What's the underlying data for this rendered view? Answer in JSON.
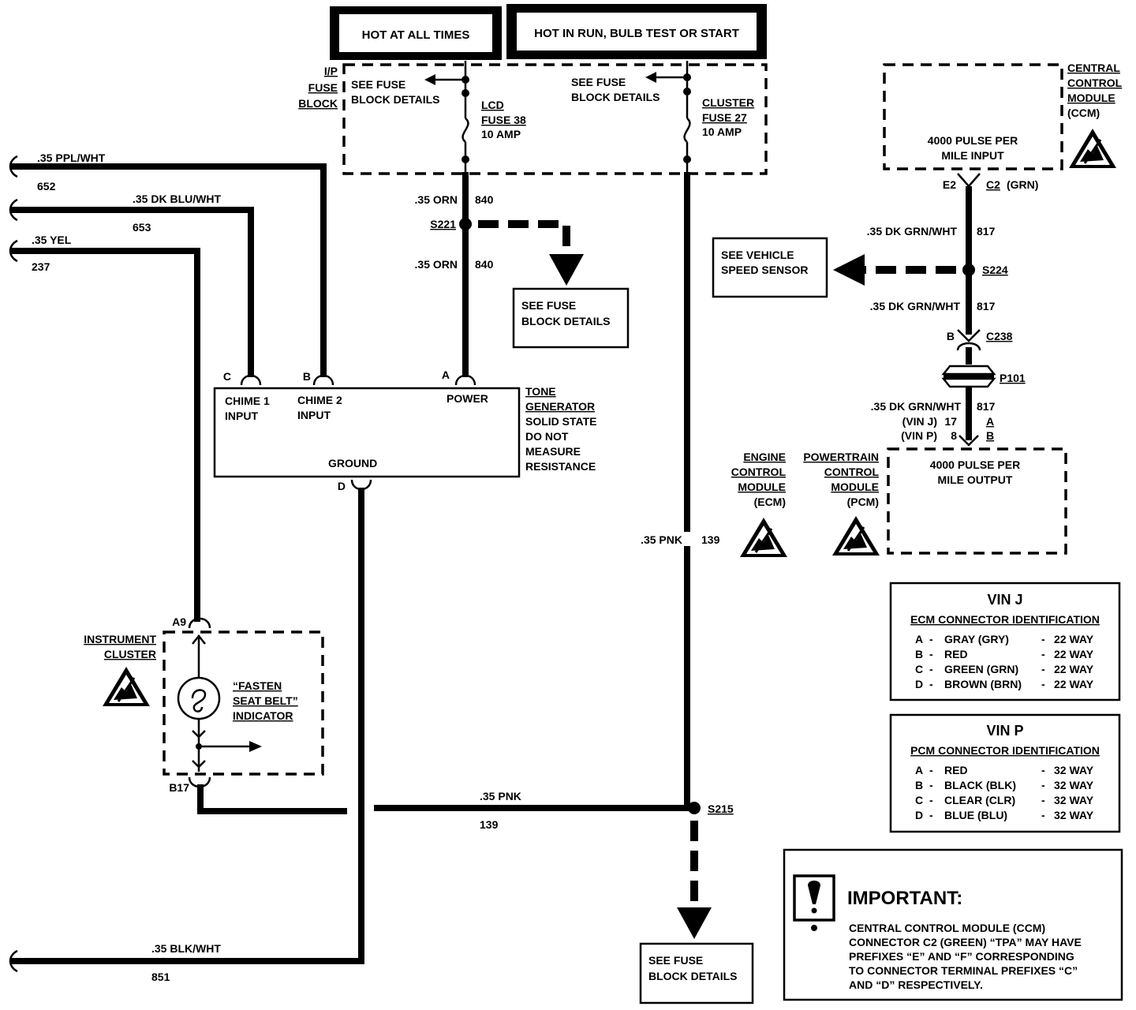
{
  "header": {
    "hot_all_times": "HOT AT ALL TIMES",
    "hot_in_run": "HOT IN RUN, BULB TEST OR START"
  },
  "fuse_block": {
    "label": [
      "I/P",
      "FUSE",
      "BLOCK"
    ],
    "see_fuse_1": [
      "SEE FUSE",
      "BLOCK DETAILS"
    ],
    "see_fuse_2": [
      "SEE FUSE",
      "BLOCK DETAILS"
    ],
    "fuse_lcd": [
      "LCD",
      "FUSE 38",
      "10 AMP"
    ],
    "fuse_cluster": [
      "CLUSTER",
      "FUSE 27",
      "10 AMP"
    ]
  },
  "wires_left": [
    {
      "gauge": ".35 PPL/WHT",
      "circuit": "652"
    },
    {
      "gauge": ".35 DK BLU/WHT",
      "circuit": "653"
    },
    {
      "gauge": ".35 YEL",
      "circuit": "237"
    },
    {
      "gauge": ".35 BLK/WHT",
      "circuit": "851"
    }
  ],
  "power_wire": {
    "gauge_top": ".35 ORN",
    "circuit_top": "840",
    "splice": "S221",
    "gauge_bottom": ".35 ORN",
    "circuit_bottom": "840",
    "see_fuse": [
      "SEE FUSE",
      "BLOCK DETAILS"
    ]
  },
  "tone_generator": {
    "pins": {
      "c": "C",
      "b": "B",
      "a": "A",
      "d": "D"
    },
    "chime1": [
      "CHIME 1",
      "INPUT"
    ],
    "chime2": [
      "CHIME 2",
      "INPUT"
    ],
    "power": "POWER",
    "ground": "GROUND",
    "title": [
      "TONE",
      "GENERATOR"
    ],
    "note": [
      "SOLID STATE",
      "DO NOT",
      "MEASURE",
      "RESISTANCE"
    ]
  },
  "pink_wire": {
    "gauge": ".35 PNK",
    "circuit": "139",
    "bottom_gauge": ".35 PNK",
    "bottom_circuit": "139",
    "splice": "S215",
    "see_fuse": [
      "SEE FUSE",
      "BLOCK DETAILS"
    ]
  },
  "instrument_cluster": {
    "label": [
      "INSTRUMENT",
      "CLUSTER"
    ],
    "pin_top": "A9",
    "pin_bottom": "B17",
    "indicator": [
      "“FASTEN",
      "SEAT BELT”",
      "INDICATOR"
    ]
  },
  "ccm": {
    "label": [
      "CENTRAL",
      "CONTROL",
      "MODULE",
      "(CCM)"
    ],
    "box_text": [
      "4000 PULSE PER",
      "MILE INPUT"
    ],
    "pin": "E2",
    "connector": "C2",
    "connector_color": "(GRN)"
  },
  "speed_wire": {
    "gauge1": ".35 DK GRN/WHT",
    "circuit1": "817",
    "splice": "S224",
    "see_vss": [
      "SEE VEHICLE",
      "SPEED SENSOR"
    ],
    "gauge2": ".35 DK GRN/WHT",
    "circuit2": "817",
    "pin_b": "B",
    "conn_c238": "C238",
    "conn_p101": "P101",
    "gauge3": ".35 DK GRN/WHT",
    "circuit3": "817",
    "vin_j": "(VIN J)",
    "vin_j_pin": "17",
    "vin_j_letter": "A",
    "vin_p": "(VIN P)",
    "vin_p_pin": "8",
    "vin_p_letter": "B"
  },
  "ecm": {
    "label": [
      "ENGINE",
      "CONTROL",
      "MODULE",
      "(ECM)"
    ]
  },
  "pcm": {
    "label": [
      "POWERTRAIN",
      "CONTROL",
      "MODULE",
      "(PCM)"
    ],
    "box_text": [
      "4000 PULSE PER",
      "MILE OUTPUT"
    ]
  },
  "vin_j_table": {
    "title": "VIN J",
    "subtitle": "ECM CONNECTOR IDENTIFICATION",
    "rows": [
      {
        "letter": "A",
        "name": "GRAY (GRY)",
        "ways": "22 WAY"
      },
      {
        "letter": "B",
        "name": "RED",
        "ways": "22 WAY"
      },
      {
        "letter": "C",
        "name": "GREEN (GRN)",
        "ways": "22 WAY"
      },
      {
        "letter": "D",
        "name": "BROWN (BRN)",
        "ways": "22 WAY"
      }
    ]
  },
  "vin_p_table": {
    "title": "VIN P",
    "subtitle": "PCM CONNECTOR IDENTIFICATION",
    "rows": [
      {
        "letter": "A",
        "name": "RED",
        "ways": "32 WAY"
      },
      {
        "letter": "B",
        "name": "BLACK (BLK)",
        "ways": "32 WAY"
      },
      {
        "letter": "C",
        "name": "CLEAR (CLR)",
        "ways": "32 WAY"
      },
      {
        "letter": "D",
        "name": "BLUE (BLU)",
        "ways": "32 WAY"
      }
    ]
  },
  "important": {
    "title": "IMPORTANT:",
    "text": [
      "CENTRAL CONTROL MODULE (CCM)",
      "CONNECTOR C2 (GREEN) “TPA” MAY HAVE",
      "PREFIXES “E” AND “F” CORRESPONDING",
      "TO CONNECTOR TERMINAL PREFIXES “C”",
      "AND “D” RESPECTIVELY."
    ]
  }
}
